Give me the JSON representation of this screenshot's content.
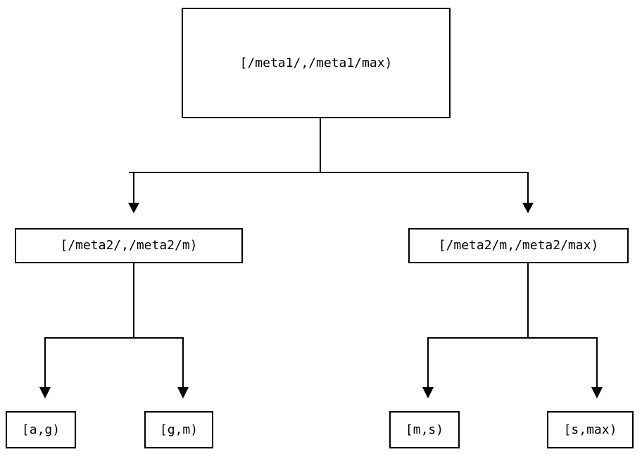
{
  "diagram": {
    "type": "tree",
    "title": "",
    "colors": {
      "background": "#ffffff",
      "stroke": "#000000",
      "node_fill": "#ffffff",
      "text": "#000000"
    },
    "stroke_width": 2,
    "nodes": {
      "root": {
        "label": "[/meta1/,/meta1/max)",
        "level": 0
      },
      "mid_left": {
        "label": "[/meta2/,/meta2/m)",
        "level": 1
      },
      "mid_right": {
        "label": "[/meta2/m,/meta2/max)",
        "level": 1
      },
      "leaves": [
        {
          "label": "[a,g)",
          "level": 2
        },
        {
          "label": "[g,m)",
          "level": 2
        },
        {
          "label": "[m,s)",
          "level": 2
        },
        {
          "label": "[s,max)",
          "level": 2
        }
      ]
    },
    "edges": [
      {
        "from": "root",
        "to": "mid_left",
        "arrow": "down-triangle"
      },
      {
        "from": "root",
        "to": "mid_right",
        "arrow": "down-triangle"
      },
      {
        "from": "mid_left",
        "to": "leaf_0",
        "arrow": "down-triangle"
      },
      {
        "from": "mid_left",
        "to": "leaf_1",
        "arrow": "down-triangle"
      },
      {
        "from": "mid_right",
        "to": "leaf_2",
        "arrow": "down-triangle"
      },
      {
        "from": "mid_right",
        "to": "leaf_3",
        "arrow": "down-triangle"
      }
    ]
  }
}
